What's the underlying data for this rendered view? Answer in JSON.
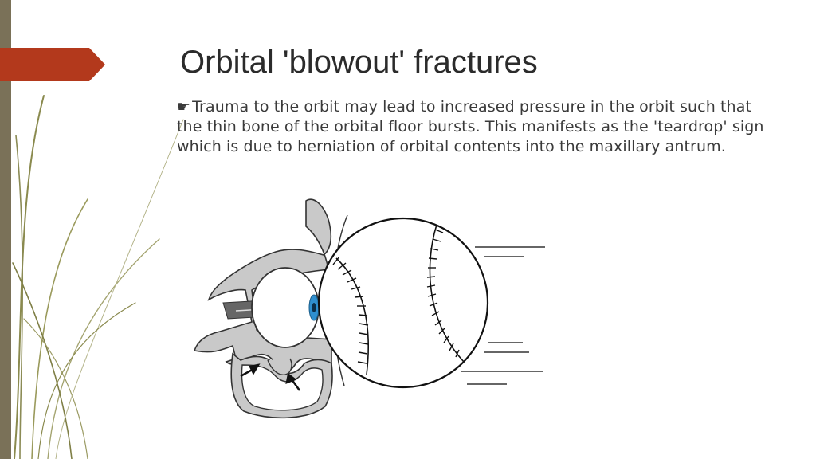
{
  "slide": {
    "title": "Orbital 'blowout' fractures",
    "bullet_icon": "right-pointing-hand-icon",
    "bullet_glyph": "☛",
    "bullet_text": "Trauma to the orbit may lead to increased pressure in the orbit such that the thin bone of the orbital floor bursts. This manifests as the 'teardrop' sign which is due to herniation of orbital contents into the maxillary antrum."
  },
  "theme": {
    "accent": "#b3391c",
    "side_bar": "#7a7158",
    "grass": "#8a8a4e",
    "bone_fill": "#c9c9c9",
    "iris": "#2f8fcf"
  },
  "illustration": {
    "icon": "orbital-blowout-fracture-illustration"
  }
}
